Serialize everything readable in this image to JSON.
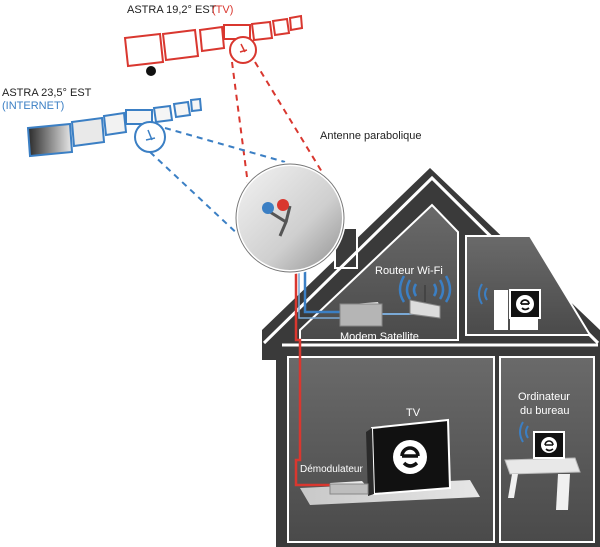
{
  "satellites": {
    "tv": {
      "name": "ASTRA 19,2° EST",
      "service": "(TV)",
      "color": "#d9372f"
    },
    "internet": {
      "name": "ASTRA 23,5° EST",
      "service": "(INTERNET)",
      "color": "#3b7fc4"
    }
  },
  "labels": {
    "antenna": "Antenne parabolique",
    "router": "Routeur Wi-Fi",
    "modem": "Modem Satellite",
    "tv": "TV",
    "demodulator": "Démodulateur",
    "office_line1": "Ordinateur",
    "office_line2": "du bureau"
  },
  "icons": {
    "screen_logo": "e-logo-icon",
    "wifi": "wifi-waves-icon"
  },
  "colors": {
    "house_fill": "#3a3a3a",
    "room_fill": "#5a5a5a",
    "outline": "#ffffff",
    "tv_signal": "#d9372f",
    "internet_signal": "#3b7fc4"
  }
}
